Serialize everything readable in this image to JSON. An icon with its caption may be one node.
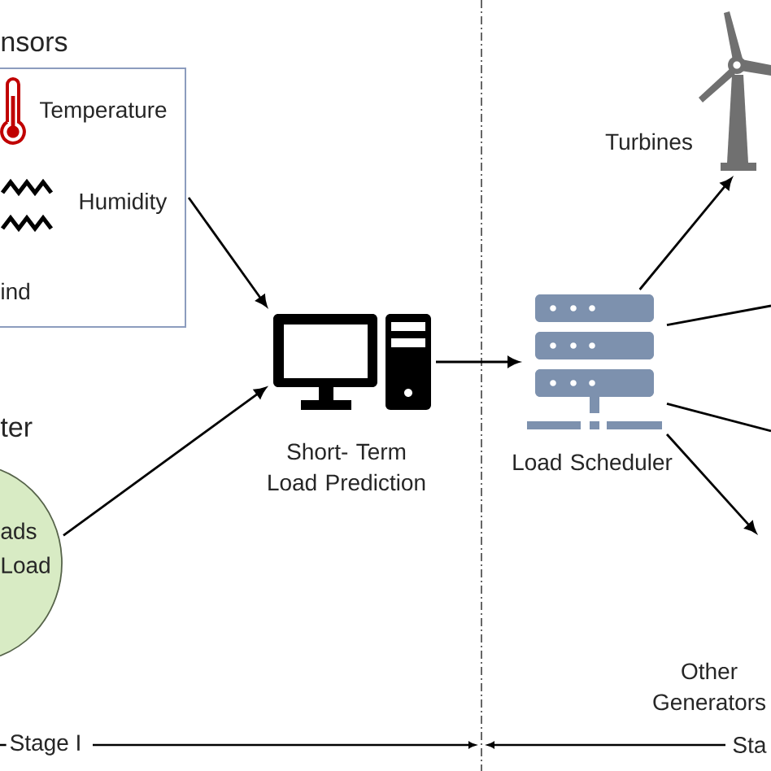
{
  "diagram": {
    "nodes": [
      {
        "text": [
          "nsors",
          "Temperature",
          "Humidity",
          "ind"
        ]
      },
      {
        "text": [
          "ter",
          "ads Load"
        ]
      },
      {
        "text": [],
        "shape": "picture",
        "beside": [
          "Short- Term Load Prediction"
        ]
      },
      {
        "text": [],
        "shape": "picture",
        "beside": [
          "Load Scheduler"
        ]
      },
      {
        "text": [],
        "shape": "picture",
        "beside": [
          "Turbines"
        ]
      }
    ],
    "edges": [
      {
        "from": 0,
        "to": 2,
        "arrow": "to"
      },
      {
        "from": 1,
        "to": 2,
        "arrow": "to"
      },
      {
        "from": 2,
        "to": 3,
        "arrow": "to"
      },
      {
        "from": 3,
        "to": 4,
        "arrow": "to"
      },
      {
        "from": 3,
        "to": null,
        "arrow": "none"
      },
      {
        "from": 3,
        "to": null,
        "arrow": "none"
      },
      {
        "from": 3,
        "to": null,
        "arrow": "to"
      }
    ],
    "labels": [
      "Other Generators",
      "Stage I",
      "Sta"
    ]
  }
}
